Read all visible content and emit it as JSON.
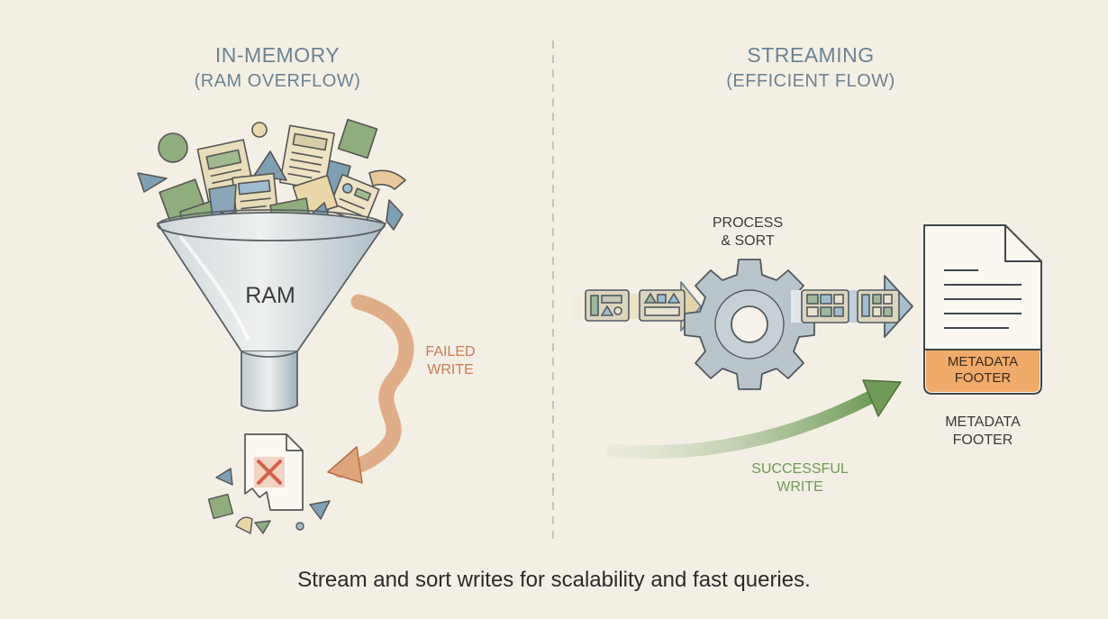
{
  "left_panel": {
    "title": "IN-MEMORY",
    "subtitle": "(RAM OVERFLOW)",
    "funnel_label": "RAM",
    "fail_label_line1": "FAILED",
    "fail_label_line2": "WRITE"
  },
  "right_panel": {
    "title": "STREAMING",
    "subtitle": "(EFFICIENT FLOW)",
    "process_line1": "PROCESS",
    "process_line2": "& SORT",
    "file_band_line1": "METADATA",
    "file_band_line2": "FOOTER",
    "file_label_line1": "METADATA",
    "file_label_line2": "FOOTER",
    "success_line1": "SUCCESSFUL",
    "success_line2": "WRITE"
  },
  "caption": "Stream and sort writes for scalability and fast queries.",
  "colors": {
    "background": "#f4efe4",
    "title": "#6c8393",
    "failed": "#cc7a52",
    "success": "#6f9a58",
    "metadata_band": "#f0aa6a"
  }
}
